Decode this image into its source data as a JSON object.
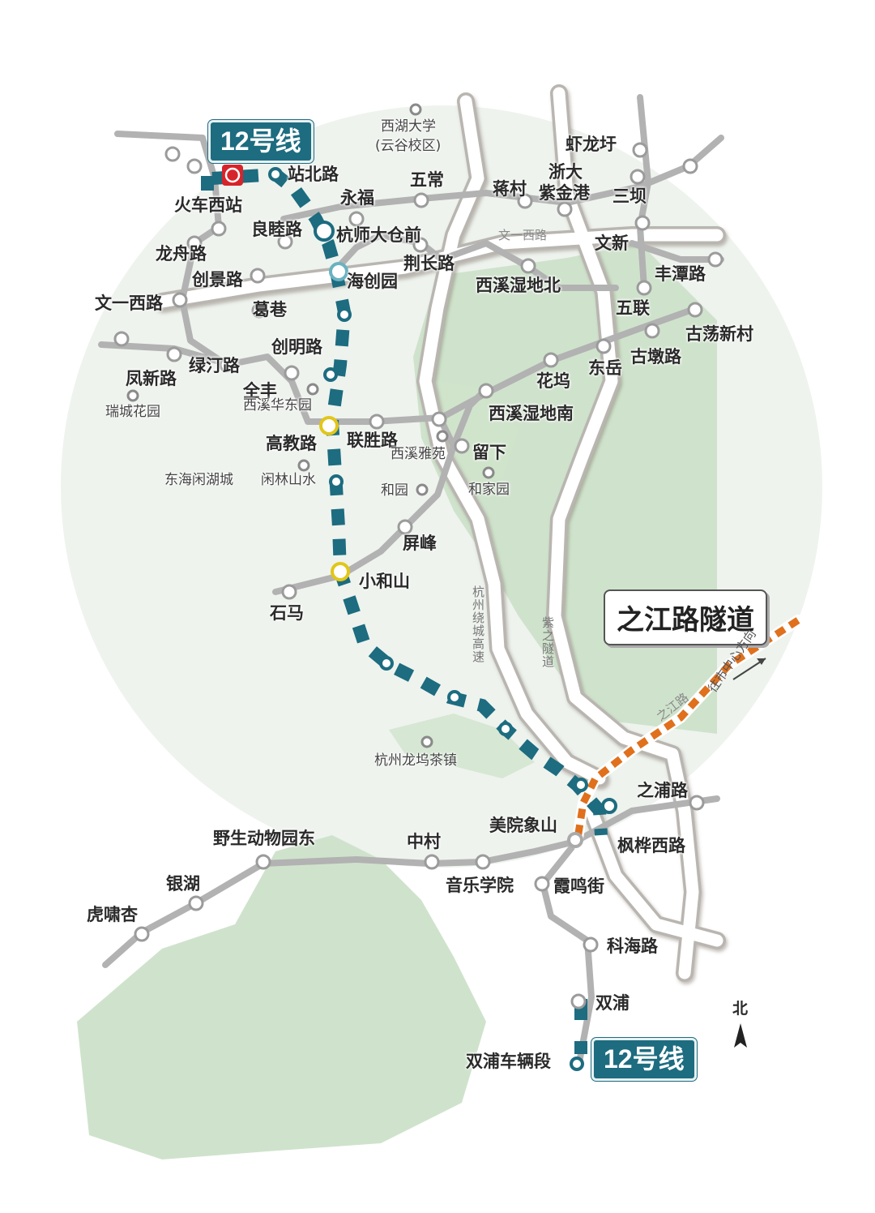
{
  "line_badge": "12号线",
  "tunnel_label": "之江路隧道",
  "north_label": "北",
  "directions": {
    "to_center": "往市中心方向"
  },
  "roads": {
    "wenyi_xilu": "文一西路",
    "zhijiang_road": "之江路",
    "raocheng": "杭州绕城高速",
    "zizhi": "紫之隧道"
  },
  "stations": {
    "huochexizhan": "火车西站",
    "zhanbeilu": "站北路",
    "liangmulu": "良睦路",
    "hangshidacangqian": "杭师大仓前",
    "haichuangyuan": "海创园",
    "chuangminglu": "创明路",
    "gaojiaolu": "高教路",
    "lianshenglu": "联胜路",
    "xiaoheshan": "小和山",
    "meiyuanxiangshan": "美院象山",
    "zhipulu": "之浦路",
    "fenghuaxilu": "枫桦西路",
    "xiamingjie": "霞鸣街",
    "kehailu": "科海路",
    "shuangpu": "双浦",
    "shuangpuchelianduan": "双浦车辆段"
  },
  "places": {
    "xihu_univ_1": "西湖大学",
    "xihu_univ_2": "(云谷校区)",
    "wuchang": "五常",
    "yongfu": "永福",
    "jiangcun": "蒋村",
    "zheda_zijingang_1": "浙大",
    "zheda_zijingang_2": "紫金港",
    "xialongyu": "虾龙圩",
    "sanba": "三坝",
    "wenxin": "文新",
    "fengtanlu": "丰潭路",
    "wulian": "五联",
    "gudangxincun": "古荡新村",
    "gudunlu": "古墩路",
    "dongyue": "东岳",
    "huawu": "花坞",
    "xixi_north": "西溪湿地北",
    "xixi_south": "西溪湿地南",
    "jingchanglu": "荆长路",
    "longzhoulu": "龙舟路",
    "chuangjinglu": "创景路",
    "gexiang": "葛巷",
    "lvtinglu": "绿汀路",
    "fengxinlu": "凤新路",
    "ruicheng": "瑞城花园",
    "quanfeng": "全丰",
    "xixihuadong": "西溪华东园",
    "xixiyayuan": "西溪雅苑",
    "liuxia": "留下",
    "hejiayuan": "和家园",
    "heyuan": "和园",
    "donghai": "东海闲湖城",
    "xianlin": "闲林山水",
    "pingfeng": "屏峰",
    "shima": "石马",
    "longwu_tea": "杭州龙坞茶镇",
    "yeshengdongwuyuan": "野生动物园东",
    "zhongcun": "中村",
    "yinyuexueyuan": "音乐学院",
    "yinhu": "银湖",
    "huxiaoxing": "虎啸杏"
  },
  "colors": {
    "line12": "#1d6c80",
    "tunnel": "#e0701c",
    "interchange": "#e2c619",
    "green_area": "#cfe3cc",
    "pale_bg": "#eef3ee",
    "road": "#b9b5b0"
  }
}
